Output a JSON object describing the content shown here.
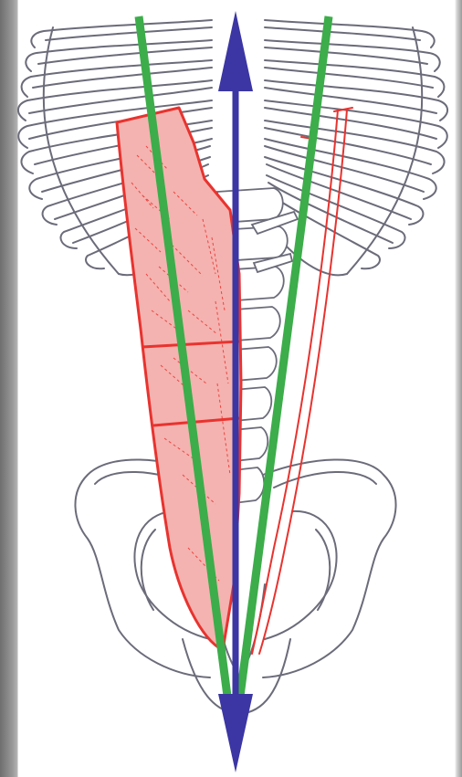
{
  "figure": {
    "kind": "anatomical diagram of ribcage, lumbar spine, pelvis and a unilateral trunk muscle",
    "colors": {
      "frame": "#8a8a8a",
      "paper": "#ffffff",
      "bone_outline": "#6b6b7a",
      "muscle_fill": "#f4b3b0",
      "muscle_line": "#e8332f",
      "force_lines": "#3cad4a",
      "midline_arrow": "#3b36a3"
    },
    "icons": {
      "midline_arrow": "double-headed-arrow",
      "force_lines": "converging-lines"
    }
  }
}
